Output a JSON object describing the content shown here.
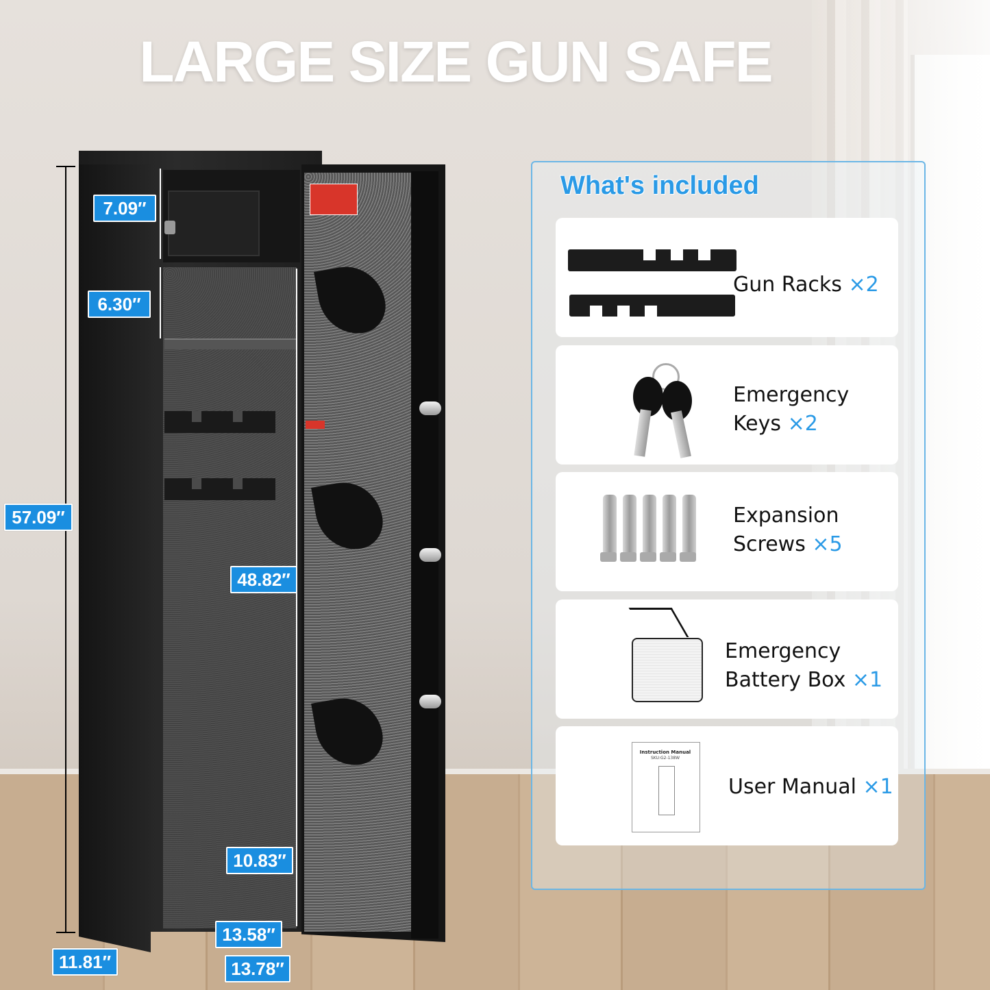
{
  "headline": "LARGE SIZE GUN SAFE",
  "dimensions": {
    "lockbox_height": "7.09″",
    "shelf_gap": "6.30″",
    "total_height": "57.09″",
    "interior_height": "48.82″",
    "interior_depth": "10.83″",
    "interior_width": "13.58″",
    "depth": "11.81″",
    "width": "13.78″"
  },
  "included": {
    "title": "What's included",
    "items": [
      {
        "line1": "Gun Racks",
        "line2": "",
        "qty": "×2"
      },
      {
        "line1": "Emergency",
        "line2": "Keys",
        "qty": "×2"
      },
      {
        "line1": "Expansion",
        "line2": "Screws",
        "qty": "×5"
      },
      {
        "line1": "Emergency",
        "line2": "Battery Box",
        "qty": "×1"
      },
      {
        "line1": "User Manual",
        "line2": "",
        "qty": "×1"
      }
    ],
    "manual_cover_title": "Instruction Manual",
    "manual_cover_sku": "SKU:G2-138W"
  },
  "colors": {
    "accent": "#1a8ee0",
    "title_blue": "#2a9ae6",
    "safe_black": "#1b1b1b"
  }
}
